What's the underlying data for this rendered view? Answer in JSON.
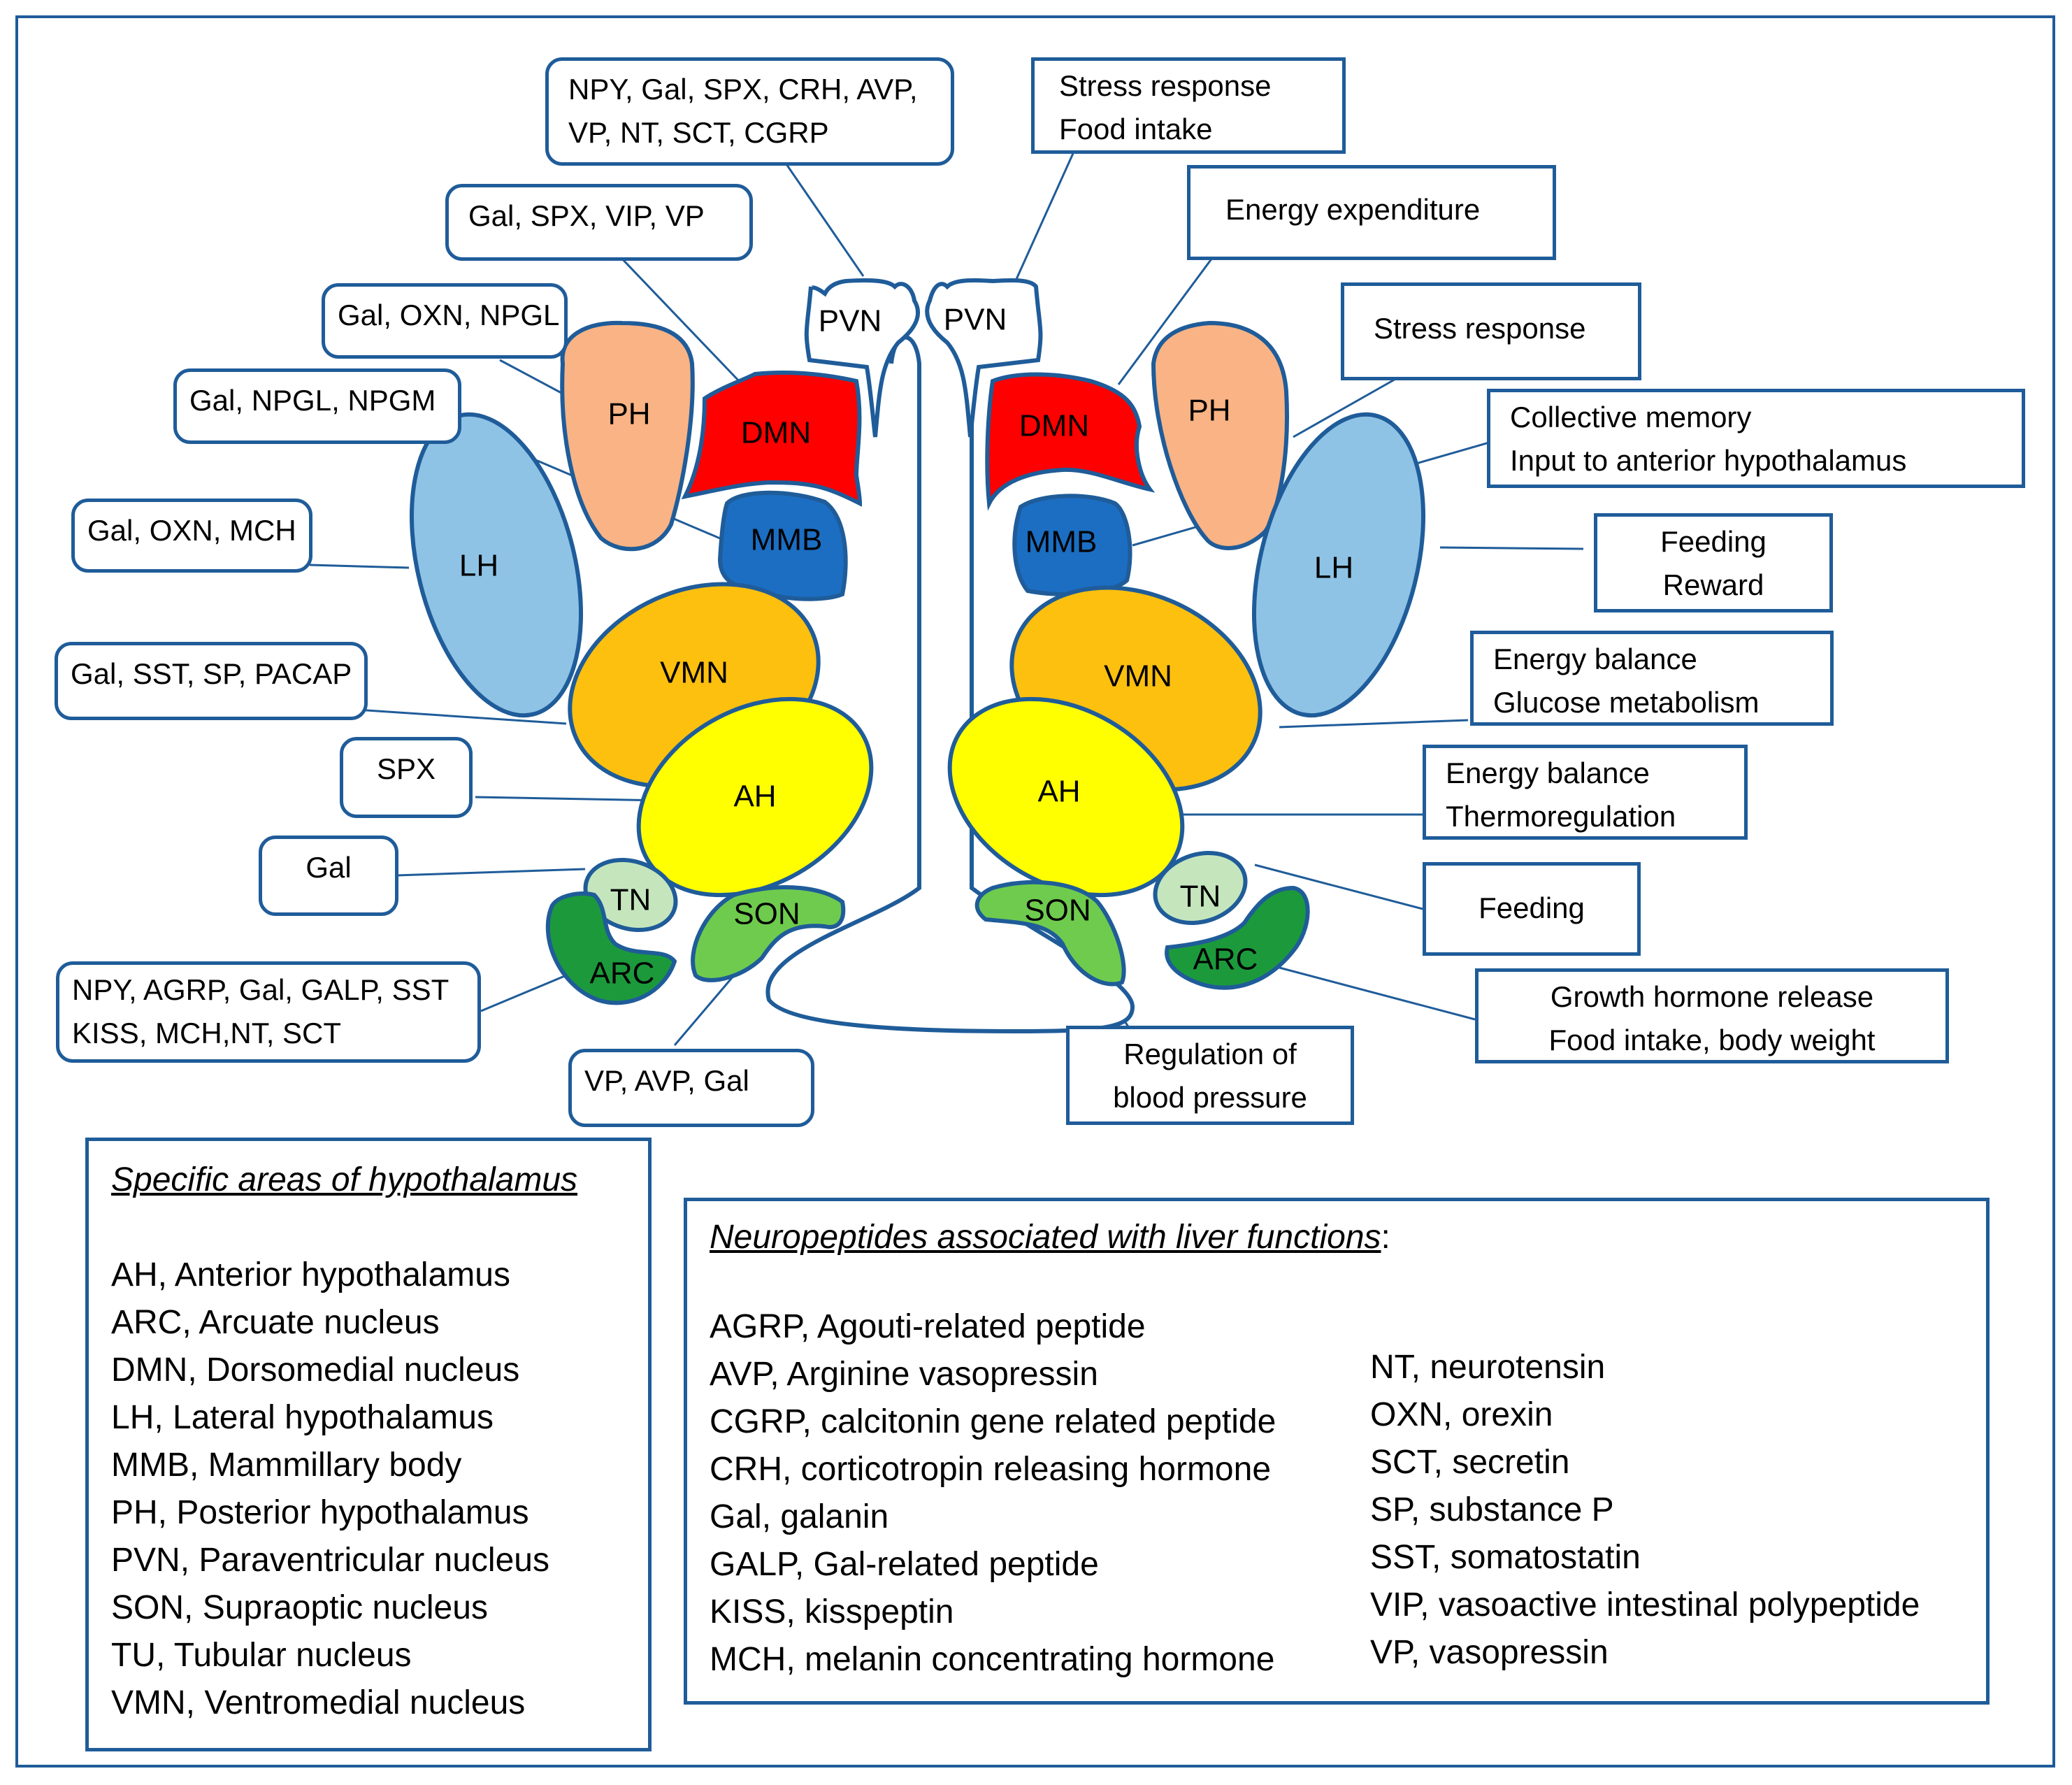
{
  "regions": {
    "pvn_left": "PVN",
    "pvn_right": "PVN",
    "ph_left": "PH",
    "ph_right": "PH",
    "dmn_left": "DMN",
    "dmn_right": "DMN",
    "mmb_left": "MMB",
    "mmb_right": "MMB",
    "lh_left": "LH",
    "lh_right": "LH",
    "vmn_left": "VMN",
    "vmn_right": "VMN",
    "ah_left": "AH",
    "ah_right": "AH",
    "tn_left": "TN",
    "tn_right": "TN",
    "son_left": "SON",
    "son_right": "SON",
    "arc_left": "ARC",
    "arc_right": "ARC"
  },
  "colors": {
    "outline": "#1f5c99",
    "pvn": "#ffffff",
    "ph": "#f9b384",
    "dmn": "#ff0000",
    "mmb": "#1b6ec2",
    "lh": "#8ec3e6",
    "vmn": "#fdc00f",
    "ah": "#ffff00",
    "tn": "#c5e6bd",
    "son": "#6fcb4e",
    "arc": "#1c9a3b"
  },
  "neuropeptide_boxes": {
    "pvn": [
      "NPY, Gal, SPX, CRH, AVP,",
      " VP, NT, SCT, CGRP"
    ],
    "dmn": [
      "Gal, SPX, VIP, VP"
    ],
    "ph": [
      "Gal, OXN, NPGL"
    ],
    "mmb": [
      "Gal, NPGL, NPGM"
    ],
    "lh": [
      "Gal, OXN, MCH"
    ],
    "vmn": [
      "Gal, SST, SP, PACAP"
    ],
    "ah": [
      "SPX"
    ],
    "tn": [
      "Gal"
    ],
    "arc": [
      "NPY, AGRP, Gal, GALP, SST",
      "KISS, MCH,NT, SCT"
    ],
    "son": [
      "VP, AVP, Gal"
    ]
  },
  "function_boxes": {
    "pvn": [
      "Stress response",
      "Food intake"
    ],
    "dmn": [
      "Energy expenditure"
    ],
    "ph": [
      "Stress response"
    ],
    "mmb": [
      "Collective memory",
      "Input to anterior hypothalamus"
    ],
    "lh": [
      "Feeding",
      "Reward"
    ],
    "vmn": [
      "Energy balance",
      "Glucose metabolism"
    ],
    "ah": [
      "Energy balance",
      "Thermoregulation"
    ],
    "tn": [
      "Feeding"
    ],
    "arc": [
      "Growth hormone release",
      "Food intake, body weight"
    ],
    "son": [
      "Regulation of",
      "blood pressure"
    ]
  },
  "areas_legend": {
    "title": "Specific areas of hypothalamus",
    "items": [
      "AH, Anterior hypothalamus",
      "ARC, Arcuate nucleus",
      "DMN, Dorsomedial nucleus",
      "LH, Lateral hypothalamus",
      "MMB, Mammillary body",
      "PH, Posterior hypothalamus",
      "PVN, Paraventricular nucleus",
      "SON, Supraoptic nucleus",
      "TU, Tubular nucleus",
      "VMN, Ventromedial nucleus"
    ]
  },
  "neuropeptides_legend": {
    "title": "Neuropeptides associated with liver functions",
    "title_suffix": ":",
    "left_items": [
      "AGRP, Agouti-related peptide",
      "AVP, Arginine vasopressin",
      "CGRP, calcitonin gene related peptide",
      "CRH, corticotropin releasing hormone",
      "Gal, galanin",
      "GALP, Gal-related peptide",
      "KISS, kisspeptin",
      "MCH, melanin concentrating hormone"
    ],
    "right_items": [
      "NT, neurotensin",
      "OXN, orexin",
      "SCT, secretin",
      "SP, substance P",
      "SST, somatostatin",
      "VIP, vasoactive intestinal polypeptide",
      "VP, vasopressin"
    ]
  }
}
